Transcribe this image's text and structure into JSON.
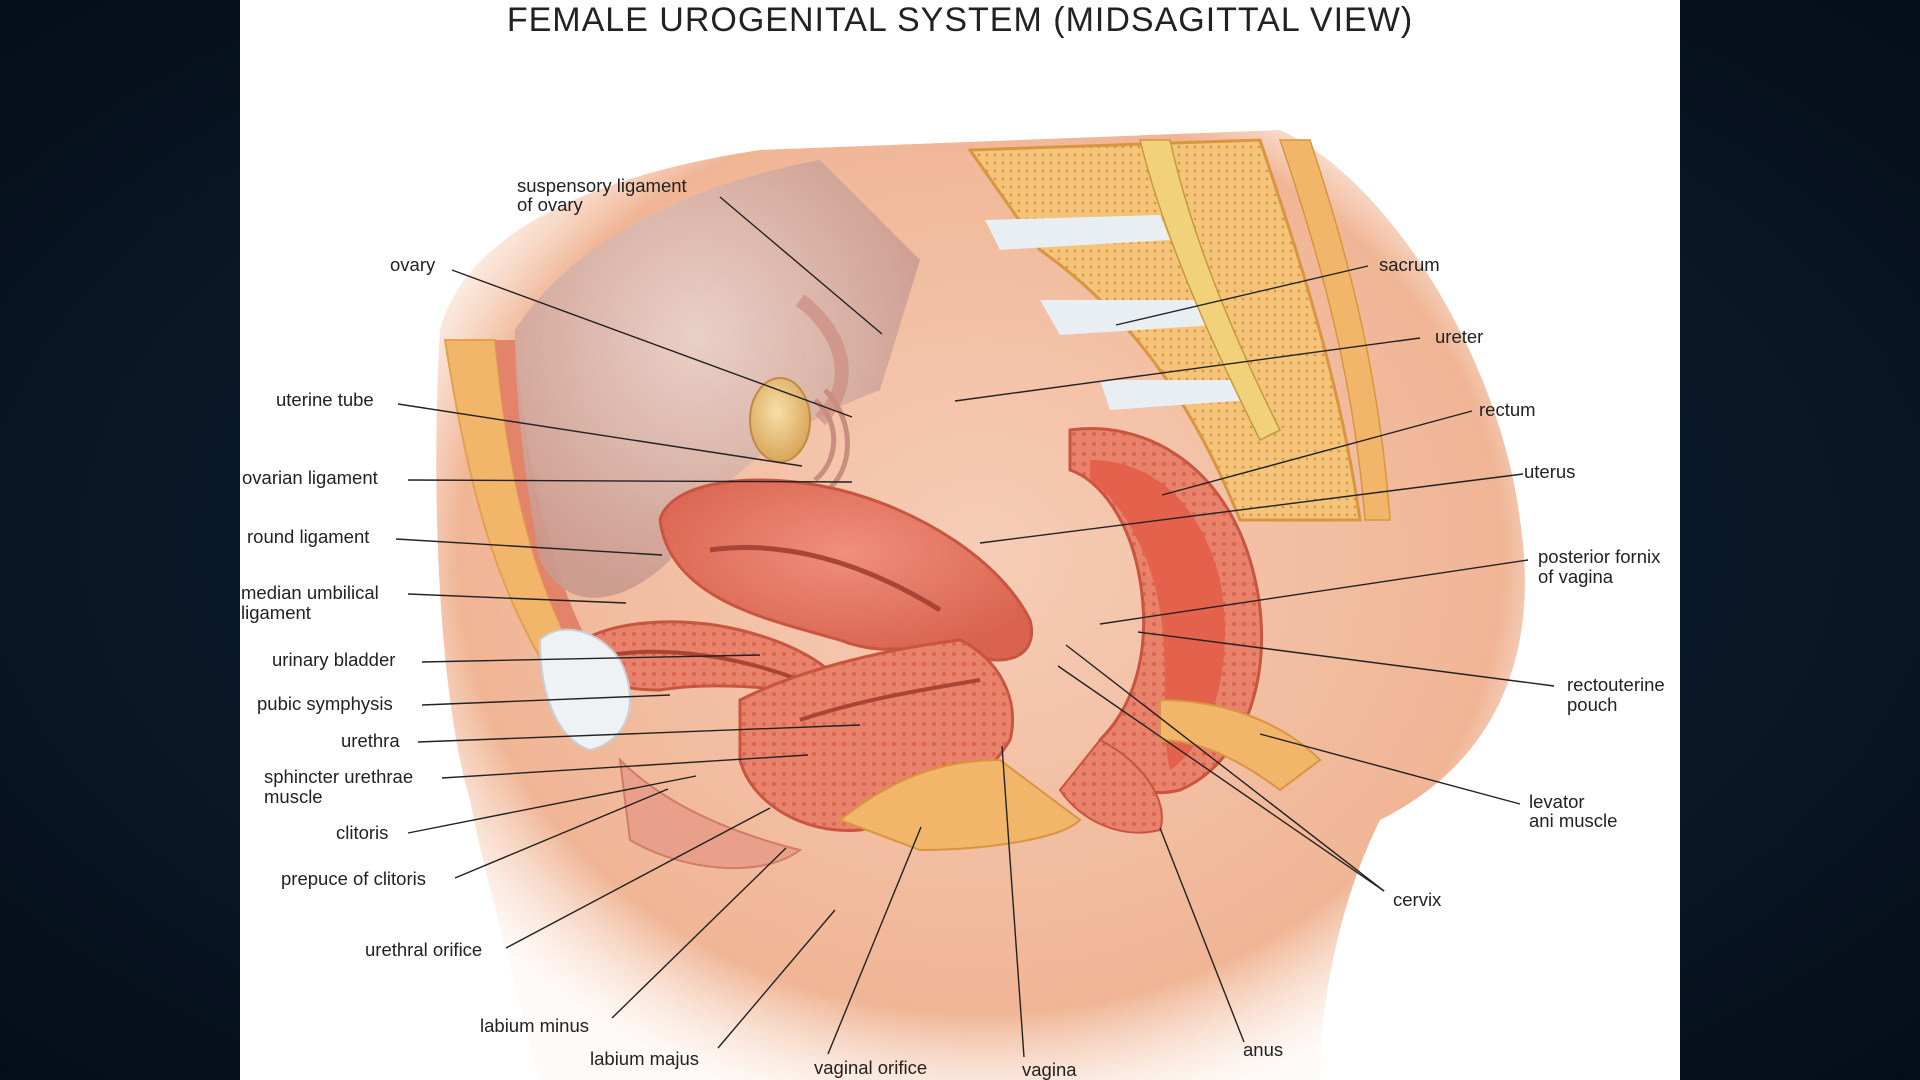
{
  "title": "FEMALE UROGENITAL SYSTEM (MIDSAGITTAL VIEW)",
  "labels": {
    "suspensory_ligament": [
      "suspensory ligament",
      "of ovary"
    ],
    "ovary": [
      "ovary"
    ],
    "uterine_tube": [
      "uterine tube"
    ],
    "ovarian_ligament": [
      "ovarian ligament"
    ],
    "round_ligament": [
      "round ligament"
    ],
    "median_umbilical_ligament": [
      "median umbilical",
      "ligament"
    ],
    "urinary_bladder": [
      "urinary bladder"
    ],
    "pubic_symphysis": [
      "pubic symphysis"
    ],
    "urethra": [
      "urethra"
    ],
    "sphincter_urethrae": [
      "sphincter urethrae",
      "muscle"
    ],
    "clitoris": [
      "clitoris"
    ],
    "prepuce_of_clitoris": [
      "prepuce of clitoris"
    ],
    "urethral_orifice": [
      "urethral orifice"
    ],
    "labium_minus": [
      "labium minus"
    ],
    "labium_majus": [
      "labium majus"
    ],
    "vaginal_orifice": [
      "vaginal orifice"
    ],
    "vagina": [
      "vagina"
    ],
    "anus": [
      "anus"
    ],
    "cervix": [
      "cervix"
    ],
    "levator_ani": [
      "levator",
      "ani muscle"
    ],
    "rectouterine_pouch": [
      "rectouterine",
      "pouch"
    ],
    "posterior_fornix": [
      "posterior fornix",
      "of vagina"
    ],
    "uterus": [
      "uterus"
    ],
    "rectum": [
      "rectum"
    ],
    "ureter": [
      "ureter"
    ],
    "sacrum": [
      "sacrum"
    ]
  },
  "colors": {
    "background": "#0a1828",
    "panel": "#ffffff",
    "fat": "#f2b66a",
    "muscle": "#e27a62",
    "skin": "#f3bfa4",
    "cavity": "#e9c7bb",
    "bone": "#f0c98b",
    "disc": "#e8eef2",
    "line": "#222222"
  }
}
